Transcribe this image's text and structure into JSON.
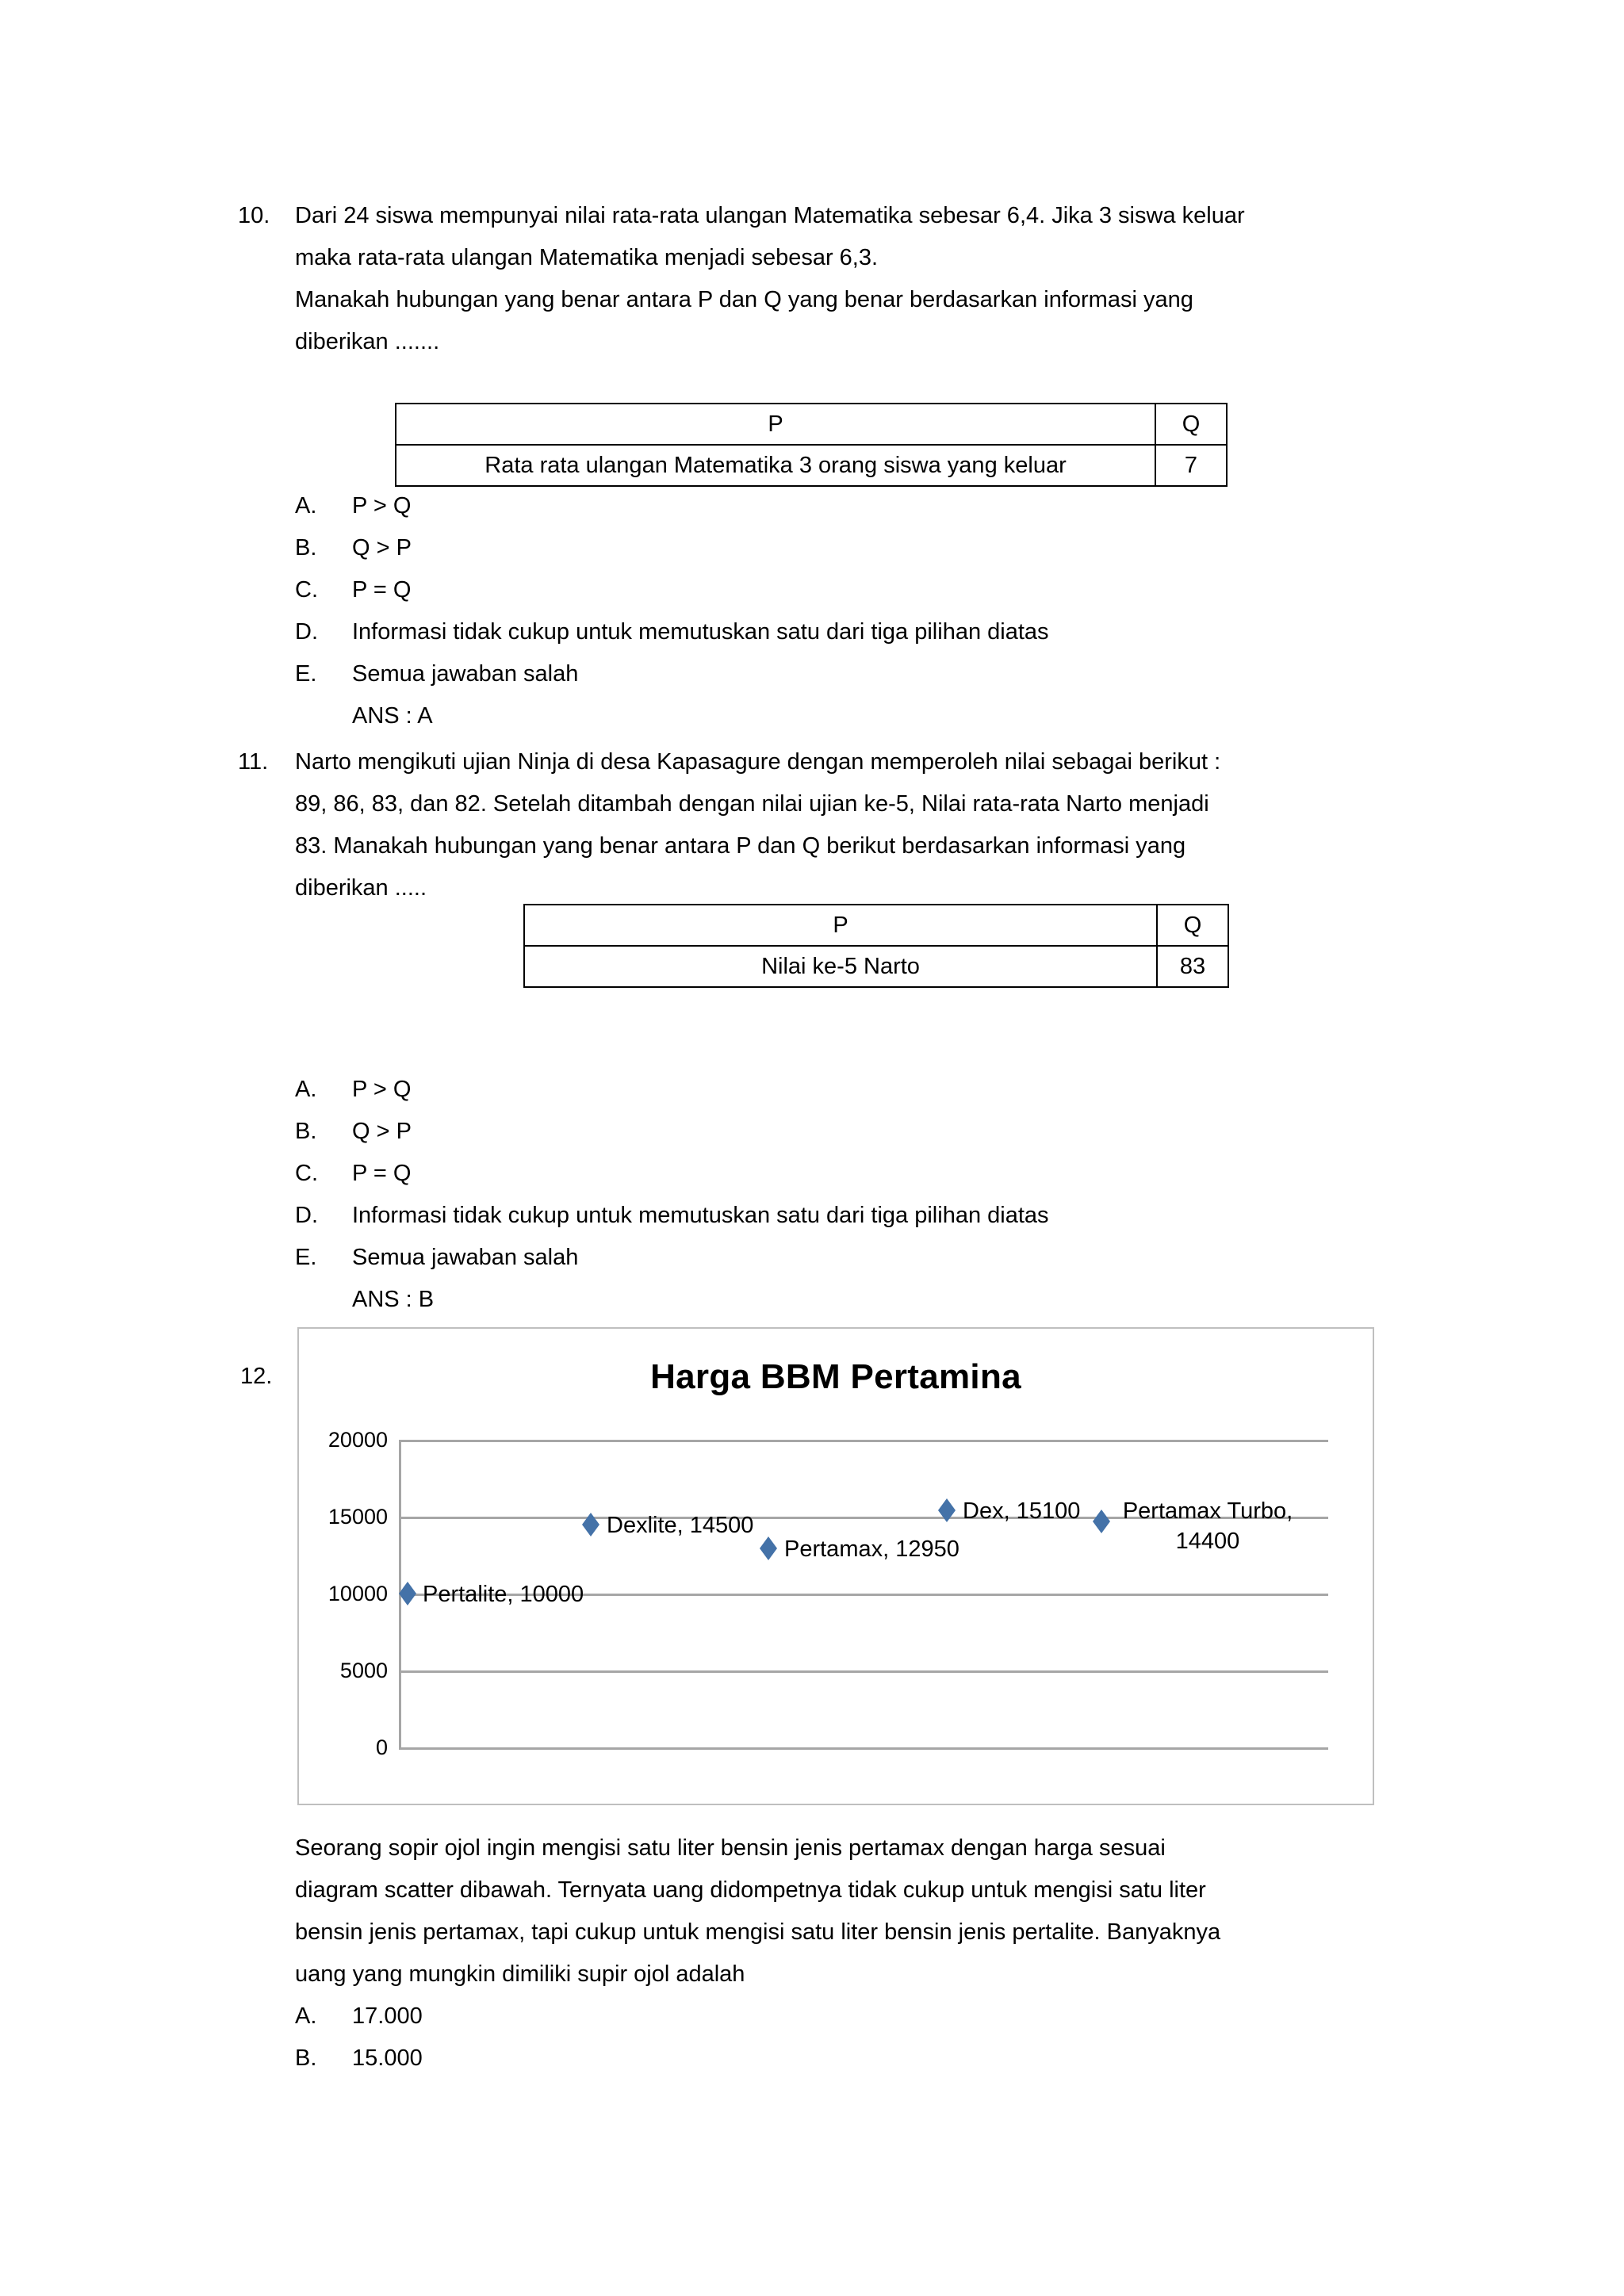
{
  "colors": {
    "marker_blue": "#4472a8",
    "gridline_gray": "#a6a6a6",
    "chart_border_gray": "#bfbfbf",
    "text_black": "#000000",
    "page_background": "#ffffff"
  },
  "question_10": {
    "number": "10.",
    "lines": [
      "Dari 24 siswa mempunyai nilai rata-rata ulangan Matematika sebesar 6,4. Jika 3 siswa keluar",
      "maka rata-rata ulangan Matematika menjadi sebesar 6,3.",
      "Manakah hubungan yang benar antara P dan Q yang benar berdasarkan informasi yang",
      "diberikan ......."
    ],
    "table": {
      "headers": [
        "P",
        "Q"
      ],
      "rows": [
        [
          "Rata rata ulangan Matematika 3 orang siswa yang keluar",
          "7"
        ]
      ]
    },
    "options": [
      {
        "label": "A.",
        "text": "P > Q"
      },
      {
        "label": "B.",
        "text": "Q > P"
      },
      {
        "label": "C.",
        "text": "P = Q"
      },
      {
        "label": "D.",
        "text": "Informasi tidak cukup untuk memutuskan satu dari tiga pilihan diatas"
      },
      {
        "label": "E.",
        "text": "Semua jawaban salah"
      }
    ],
    "answer": "ANS : A"
  },
  "question_11": {
    "number": "11.",
    "lines": [
      "Narto mengikuti ujian Ninja di desa Kapasagure dengan memperoleh nilai sebagai berikut :",
      "89, 86, 83, dan 82. Setelah ditambah dengan nilai ujian ke-5, Nilai rata-rata Narto menjadi",
      "83. Manakah hubungan yang benar antara P dan Q berikut berdasarkan informasi yang",
      "diberikan ....."
    ],
    "table": {
      "headers": [
        "P",
        "Q"
      ],
      "rows": [
        [
          "Nilai ke-5 Narto",
          "83"
        ]
      ]
    },
    "options": [
      {
        "label": "A.",
        "text": "P > Q"
      },
      {
        "label": "B.",
        "text": "Q > P"
      },
      {
        "label": "C.",
        "text": "P = Q"
      },
      {
        "label": "D.",
        "text": "Informasi tidak cukup untuk memutuskan satu dari tiga pilihan diatas"
      },
      {
        "label": "E.",
        "text": "Semua jawaban salah"
      }
    ],
    "answer": "ANS : B"
  },
  "question_12": {
    "number": "12.",
    "paragraph_lines": [
      "Seorang sopir ojol ingin mengisi satu liter bensin jenis pertamax dengan harga sesuai",
      "diagram scatter dibawah. Ternyata uang didompetnya tidak cukup untuk mengisi satu liter",
      "bensin jenis pertamax, tapi cukup untuk mengisi satu liter bensin jenis pertalite. Banyaknya",
      "uang yang mungkin dimiliki supir ojol adalah"
    ],
    "options": [
      {
        "label": "A.",
        "text": "17.000"
      },
      {
        "label": "B.",
        "text": "15.000"
      }
    ]
  },
  "chart_data": {
    "type": "scatter",
    "title": "Harga BBM Pertamina",
    "xlabel": "",
    "ylabel": "",
    "ylim": [
      0,
      20000
    ],
    "yticks": [
      "0",
      "5000",
      "10000",
      "15000",
      "20000"
    ],
    "grid": true,
    "legend": "none",
    "points": [
      {
        "name": "Pertalite",
        "value": 10000,
        "label": "Pertalite, 10000",
        "x_index": 1
      },
      {
        "name": "Dexlite",
        "value": 14500,
        "label": "Dexlite, 14500",
        "x_index": 2
      },
      {
        "name": "Pertamax",
        "value": 12950,
        "label": "Pertamax, 12950",
        "x_index": 3
      },
      {
        "name": "Dex",
        "value": 15100,
        "label": "Dex, 15100",
        "x_index": 4
      },
      {
        "name": "Pertamax Turbo",
        "value": 14400,
        "label": "Pertamax Turbo, 14400",
        "x_index": 5
      }
    ]
  }
}
